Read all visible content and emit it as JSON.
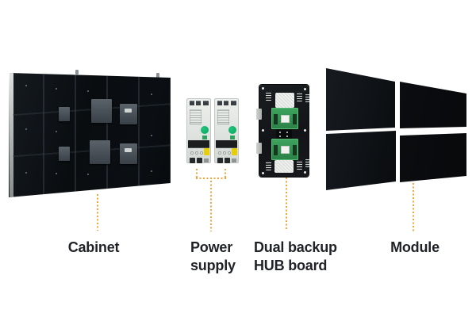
{
  "diagram": {
    "description": "LED display product exploded diagram",
    "accent_dotted_line_color": "#F2A33C",
    "label_color": "#1E2125",
    "background": "#FFFFFF",
    "components": {
      "cabinet": {
        "label": "Cabinet"
      },
      "power_supply": {
        "label_line1": "Power",
        "label_line2": "supply",
        "unit_count": 2
      },
      "hub_board": {
        "label_line1": "Dual backup",
        "label_line2": "HUB board"
      },
      "module": {
        "label": "Module",
        "panel_count": 4
      }
    },
    "colors": {
      "cabinet_body": "#0B0E11",
      "psu_body": "#E3E6E2",
      "psu_indicator_green": "#00B36A",
      "psu_terminal_yellow": "#E8CF05",
      "hub_pcb": "#17191C",
      "hub_daughterboard_green": "#2F9150",
      "module_panel": "#0D0F12"
    }
  }
}
